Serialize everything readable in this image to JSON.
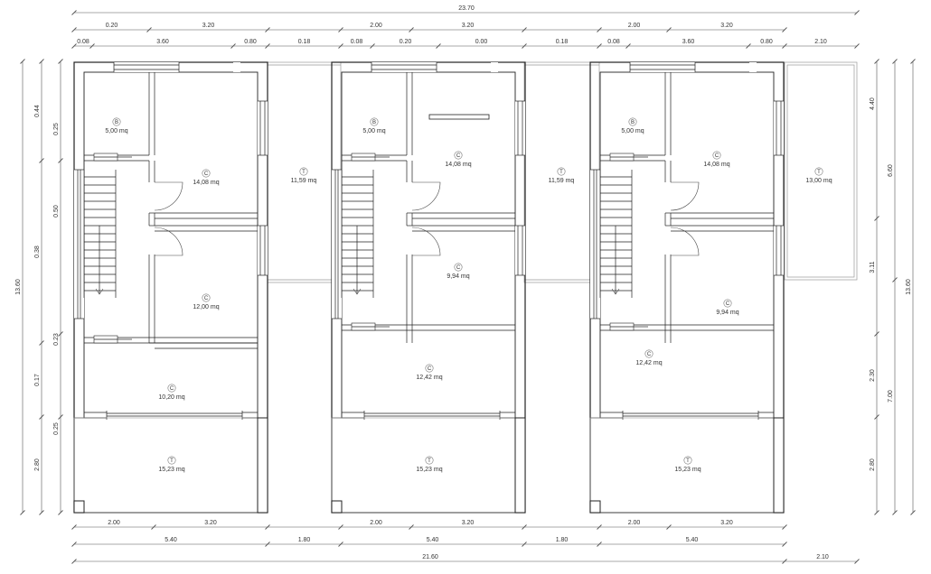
{
  "dimensions": {
    "top_total": "23.70",
    "top_row1": [
      "0.20",
      "3.20",
      "2.00",
      "3.20",
      "2.00",
      "3.20"
    ],
    "top_row2": [
      "0.08",
      "3.60",
      "0.80",
      "0.18",
      "0.08",
      "0.20",
      "0.00",
      "0.18",
      "0.08",
      "3.60",
      "0.80",
      "2.10"
    ],
    "bottom_row1": [
      "2.00",
      "3.20",
      "2.00",
      "3.20",
      "2.00",
      "3.20"
    ],
    "bottom_row2": [
      "5.40",
      "1.80",
      "5.40",
      "1.80",
      "5.40"
    ],
    "bottom_total": "21.60",
    "bottom_extra": "2.10",
    "left_outer": "13.60",
    "left_mid": [
      "0.44",
      "0.38",
      "0.17",
      "2.80"
    ],
    "left_inner": [
      "0.25",
      "0.50",
      "0.23",
      "0.25"
    ],
    "right_inner": [
      "4.40",
      "3.11",
      "2.30",
      "2.80"
    ],
    "right_mid": [
      "6.60",
      "7.00"
    ],
    "right_outer": "13.60"
  },
  "rooms": {
    "u1": [
      {
        "code": "B",
        "area": "5,00 mq"
      },
      {
        "code": "C",
        "area": "14,08 mq"
      },
      {
        "code": "C",
        "area": "12,00 mq"
      },
      {
        "code": "C",
        "area": "10,20 mq"
      },
      {
        "code": "T",
        "area": "15,23 mq"
      }
    ],
    "u2": [
      {
        "code": "B",
        "area": "5,00 mq"
      },
      {
        "code": "C",
        "area": "14,08 mq"
      },
      {
        "code": "C",
        "area": "9,94 mq"
      },
      {
        "code": "C",
        "area": "12,42 mq"
      },
      {
        "code": "T",
        "area": "15,23 mq"
      }
    ],
    "u3": [
      {
        "code": "B",
        "area": "5,00 mq"
      },
      {
        "code": "C",
        "area": "14,08 mq"
      },
      {
        "code": "C",
        "area": "9,94 mq"
      },
      {
        "code": "C",
        "area": "12,42 mq"
      },
      {
        "code": "T",
        "area": "15,23 mq"
      }
    ],
    "terraces": [
      {
        "code": "T",
        "area": "11,59 mq"
      },
      {
        "code": "T",
        "area": "11,59 mq"
      },
      {
        "code": "T",
        "area": "13,00 mq"
      }
    ]
  }
}
